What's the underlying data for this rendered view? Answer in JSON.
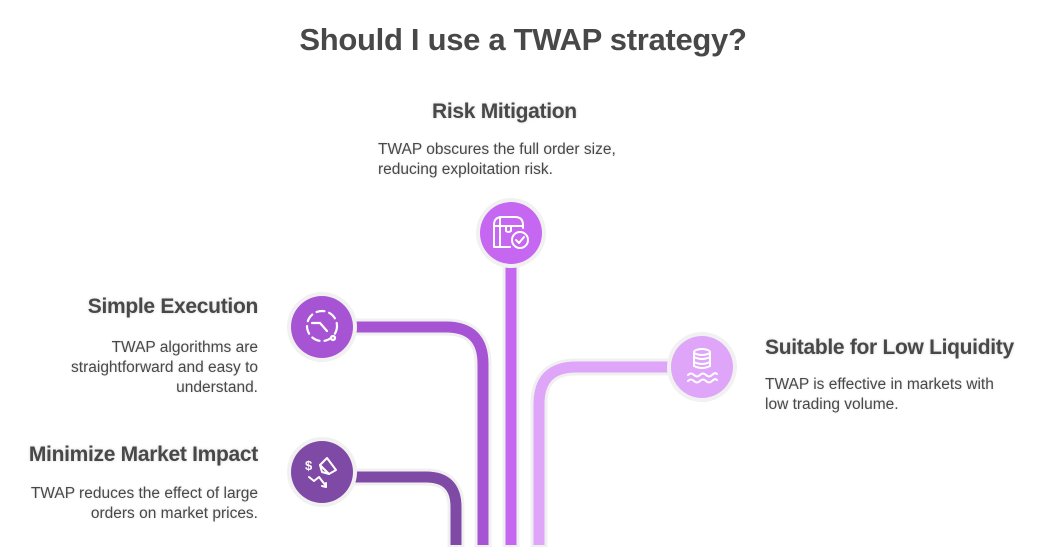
{
  "title": "Should I use a TWAP strategy?",
  "colors": {
    "dark_purple": "#7f4aa5",
    "medium_purple": "#a654d4",
    "bright_purple": "#c667f1",
    "light_purple": "#dea5f8",
    "text": "#484848"
  },
  "items": [
    {
      "id": "risk-mitigation",
      "heading": "Risk Mitigation",
      "description_lines": [
        "TWAP obscures the full order size,",
        "reducing exploitation risk."
      ],
      "icon": "treasure-chest-check-icon",
      "color": "#c667f1"
    },
    {
      "id": "simple-execution",
      "heading": "Simple Execution",
      "description_lines": [
        "TWAP algorithms are",
        "straightforward and easy to",
        "understand."
      ],
      "icon": "dashed-clock-icon",
      "color": "#a654d4"
    },
    {
      "id": "suitable-low-liquidity",
      "heading": "Suitable for Low Liquidity",
      "description_lines": [
        "TWAP is effective in markets with",
        "low trading volume."
      ],
      "icon": "coin-stack-water-icon",
      "color": "#dea5f8"
    },
    {
      "id": "minimize-market-impact",
      "heading": "Minimize Market Impact",
      "description_lines": [
        "TWAP reduces the effect of large",
        "orders on market prices."
      ],
      "icon": "dollar-megaphone-downtrend-icon",
      "color": "#7f4aa5"
    }
  ]
}
